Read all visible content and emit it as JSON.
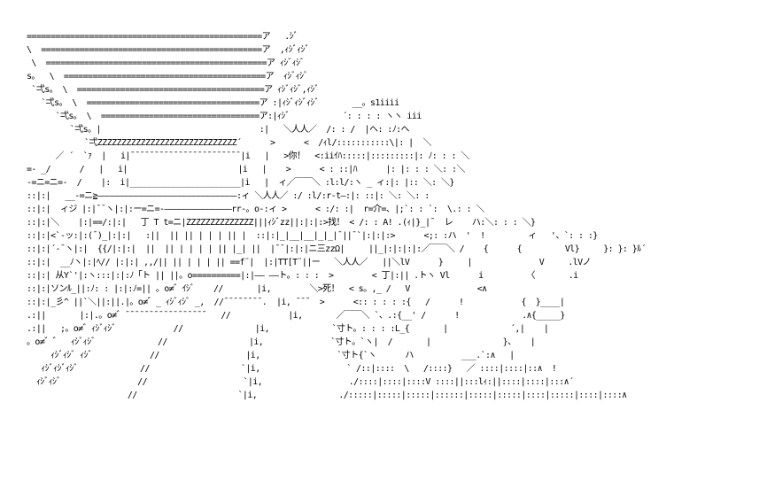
{
  "ascii_art": {
    "text_color": "#000000",
    "background_color": "#ffffff",
    "lines": [
      "=================================================ア   .ｼﾞ",
      "\\  ==============================================ア  ,ｨｼﾞｨｼﾞ",
      " \\  ==============================================ア ｨｼﾞｨｼﾞ",
      "s。  \\  ==========================================ア  ｨｼﾞｨｼﾞ",
      " `弌s。 \\  =======================================ア ｨｼﾞｨｼﾞ,ｨｼﾞ",
      "   `弌s。 \\  ====================================ア :|ｨｼﾞｨｼﾞｨｼﾞ       __。s1iiii",
      "      `弌s。 \\  =================================ア:|ｨｼﾞ           ´: : : : ヽヽ iii",
      "         `弌s。|                                 :|   ＼人人／  /: : /  |ヘ: :ﾉ:ヘ",
      "            `弌ZZZZZZZZZZZZZZZZZZZZZZZZZZZZZ´      >      <  /ｨl/:::::::::::\\|: |  ＼",
      "      ／ ´  `ｧ  |   i|¯¯¯¯¯¯¯¯¯¯¯¯¯¯¯¯¯¯¯¯¯¯¯|i   |   >你！  <:iiｲﾊ:::::|:::::::::|: ﾉ: : : ＼",
      "=- _/      /   |   i|                       |i   |    >      < : ::|ﾊ      |: |: : : ＼: :＼",
      "-=ニ=ニ=-  /    |:  i|_______________________|i   |  ィ／￣￣＼ :l:l/:ヽ _ ィ:|: |:: ＼: ＼}",
      "::|:|   __-=ニ≧―――――――――――――――――――――――――――――:ィ ＼人人／ :/ :l/:r‐t―:|: ::|: ＼: ＼: :",
      "::|:|  ィジ |:|¯¯ヽ|:|:ー=ニ=-――――――――――――――rr-。o-:ィ >      < :/: :|  r=介=、|;`: : `:  \\.: : ＼",
      "::|:|＼    |:|==/:|:|   丁 T t=ニ|ZZZZZZZZZZZZZZ|||ｨｼﾞzz||:|:|:>找！ < /: : A! .(ｨ|}_|¯  レ    ハ:＼: : : ＼}",
      "::|:|<`‐ッ:|:(¯)_|:|:|   :||  || || | | | || |  ::|:|_|__|__|_|_|¯||¯`|:|:|:>      <;: :ハ  '  !         ィ   '、`: : :}",
      "::|:|´-¯ヽ|:|  {{/|:|:|  ||  || | | | | || |_| ||  |¯¯|:|:|ニ三zzΩ|     ||_|:|:|:|:／￣￣＼ /    {      {         Vl}     }: }: }ﾙ´",
      "::|:|  __ﾉヽ|:|ﾍ// |:|:| ,,/|| || | | | || ==f¨|  |:|TT[T¨||ー   ＼人人／   ||＼lV      }     |              V     .lVノ",
      "::|:| 从Y`'|:ヽ:::|:|:ﾉ「ト || ||。o==========|:|―― ――ト。: : :  >        < 丁|:|| .トヽ Vl      i         〈       .i",
      "::|:|ソンﾙ_||:ﾉ: : |:|:ﾉ=|| 。o≠゛ｲｼﾞ    //       |i,        ＼>死！  < s。,_ /   V              <∧",
      "::|:|_彡^ ||`＼||:||.|。o≠゛_ ｨｼﾞｨｼﾞ _,  //¯¯¯¯¯¯¯¯.  |i, ¯¯¯  >      <:: : : : :{   /      !            {  }____|",
      ".:||       |:|.。o≠゛¯¯¯¯¯¯¯¯¯¯¯¯¯¯¯¯¯   //            |i,       ／￣￣＼ `、.:{__' /      !             .∧{_____}",
      ".:||   ;。o≠゛ｨｼﾞｨｼﾞ            //               |i,             `寸ト。: : : :L_{       |             ´,|    |",
      "。o≠゛゛  ｨｼﾞｨｼﾞ             //                 |i,              `寸ト。`ヽ|  /       |               }、   |",
      "     ｨｼﾞｨｼﾞ ｨｼﾞ            //                  |i,                `寸ト{`ヽ      ハ          ___.`:∧   |",
      "   ｨｼﾞｨｼﾞｨｼﾞ             //                   `|i,                  ` /::|::::  \\   /::::}   ／ ::::|::::|::∧  !",
      "  ｨｼﾞｨｼﾞ                //                    `|i,                  ./::::|::::|::::V ::::||:::lｨ:||::::|::::|:::∧´",
      "                     //                     `|i,                 ./:::::|:::::|:::::|::::::|:::::|:::::|::::|:::::|::::|::::∧"
    ]
  }
}
